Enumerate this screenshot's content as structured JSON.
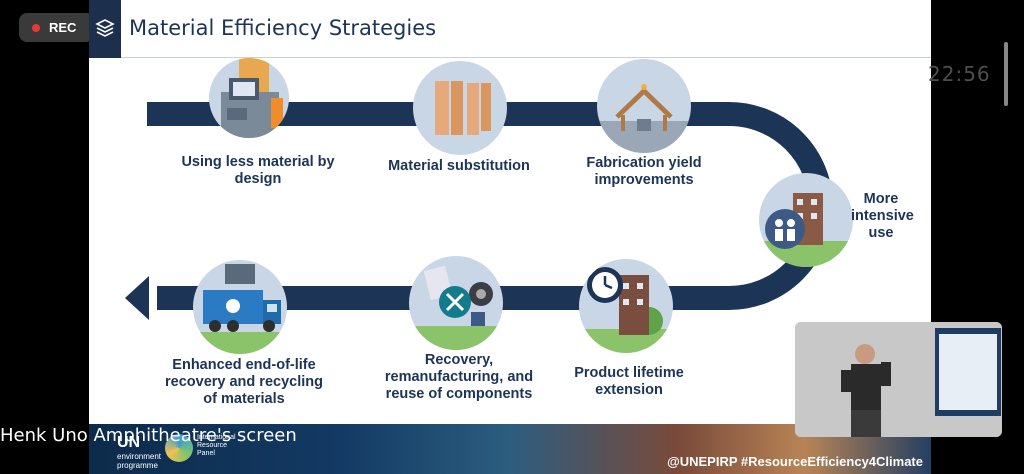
{
  "recording": {
    "label": "REC"
  },
  "clock": "22:56",
  "slide": {
    "title": "Material Efficiency Strategies",
    "strategies": [
      {
        "label_line1": "Using less material by",
        "label_line2": "design"
      },
      {
        "label_line1": "Material substitution",
        "label_line2": ""
      },
      {
        "label_line1": "Fabrication yield",
        "label_line2": "improvements"
      },
      {
        "label_line1": "More",
        "label_line2": "intensive",
        "label_line3": "use"
      },
      {
        "label_line1": "Product lifetime",
        "label_line2": "extension"
      },
      {
        "label_line1": "Recovery,",
        "label_line2": "remanufacturing, and",
        "label_line3": "reuse of components"
      },
      {
        "label_line1": "Enhanced end-of-life",
        "label_line2": "recovery and recycling",
        "label_line3": "of materials"
      }
    ],
    "footer": {
      "un_logo": "UN",
      "un_sub_line1": "environment",
      "un_sub_line2": "programme",
      "irp_line1": "International",
      "irp_line2": "Resource",
      "irp_line3": "Panel",
      "hashtag": "@UNEPIRP  #ResourceEfficiency4Climate"
    }
  },
  "screen_caption": "Henk Uno Amphitheatre's screen",
  "colors": {
    "navy": "#1c2f4d",
    "track": "#1c3556",
    "circle_bg": "#c9d6e6"
  }
}
